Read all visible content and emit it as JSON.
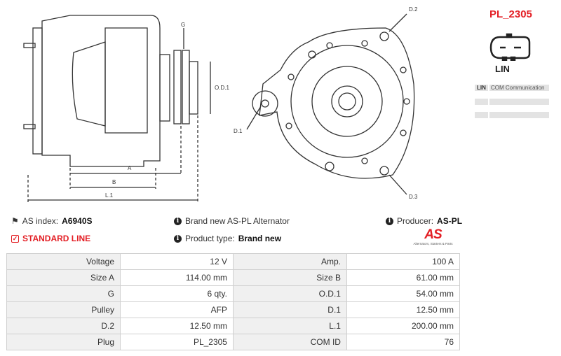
{
  "drawing_labels": {
    "g": "G",
    "od1": "O.D.1",
    "a": "A",
    "b": "B",
    "l1": "L.1",
    "d1": "D.1",
    "d2": "D.2",
    "d3": "D.3"
  },
  "connector": {
    "code": "PL_2305",
    "type": "LIN",
    "pins": [
      {
        "pin": "LIN",
        "function": "COM Communication"
      },
      {
        "pin": "",
        "function": ""
      },
      {
        "pin": "",
        "function": ""
      }
    ]
  },
  "info": {
    "as_index_label": "AS index:",
    "as_index": "A6940S",
    "line": "STANDARD LINE",
    "description": "Brand new AS-PL Alternator",
    "product_type_label": "Product type:",
    "product_type": "Brand new",
    "producer_label": "Producer:",
    "producer": "AS-PL",
    "logo_text": "AS",
    "logo_tagline": "Alternators, Starters & Parts"
  },
  "colors": {
    "accent": "#e31e24"
  },
  "specs": [
    [
      "Voltage",
      "12 V",
      "Amp.",
      "100 A"
    ],
    [
      "Size A",
      "114.00 mm",
      "Size B",
      "61.00 mm"
    ],
    [
      "G",
      "6 qty.",
      "O.D.1",
      "54.00 mm"
    ],
    [
      "Pulley",
      "AFP",
      "D.1",
      "12.50 mm"
    ],
    [
      "D.2",
      "12.50 mm",
      "L.1",
      "200.00 mm"
    ],
    [
      "Plug",
      "PL_2305",
      "COM ID",
      "76"
    ]
  ]
}
